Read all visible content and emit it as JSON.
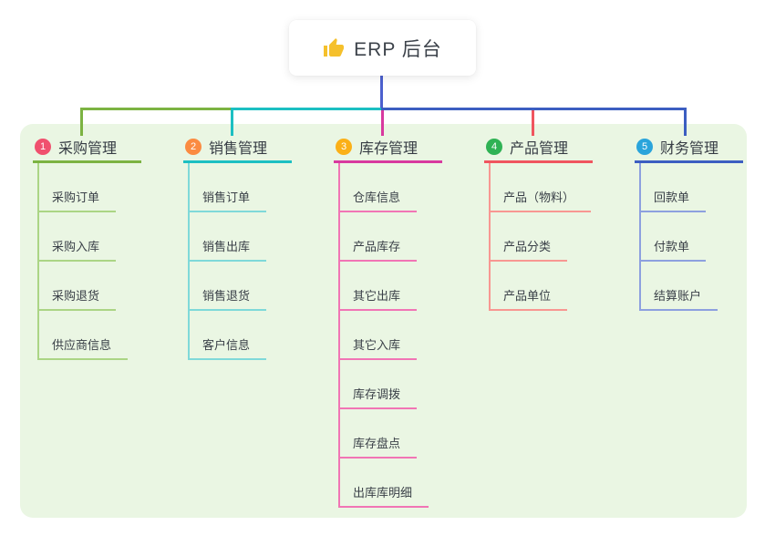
{
  "root": {
    "title": "ERP 后台",
    "icon": "thumbs-up-icon",
    "icon_color": "#F5C02C",
    "stem_color": "#4C60CE"
  },
  "branches": [
    {
      "index": "1",
      "label": "采购管理",
      "badge_color": "#F0506E",
      "line_color": "#7CB342",
      "child_line_color": "#ABD585",
      "children": [
        "采购订单",
        "采购入库",
        "采购退货",
        "供应商信息"
      ]
    },
    {
      "index": "2",
      "label": "销售管理",
      "badge_color": "#FB8B41",
      "line_color": "#1CBFC2",
      "child_line_color": "#7FD9D9",
      "children": [
        "销售订单",
        "销售出库",
        "销售退货",
        "客户信息"
      ]
    },
    {
      "index": "3",
      "label": "库存管理",
      "badge_color": "#FBB017",
      "line_color": "#D8399F",
      "child_line_color": "#F175B5",
      "children": [
        "仓库信息",
        "产品库存",
        "其它出库",
        "其它入库",
        "库存调拨",
        "库存盘点",
        "出库库明细"
      ]
    },
    {
      "index": "4",
      "label": "产品管理",
      "badge_color": "#2FB254",
      "line_color": "#F0555F",
      "child_line_color": "#F89792",
      "children": [
        "产品（物料）",
        "产品分类",
        "产品单位"
      ]
    },
    {
      "index": "5",
      "label": "财务管理",
      "badge_color": "#2AA4DB",
      "line_color": "#3C5EC1",
      "child_line_color": "#8DA0DF",
      "children": [
        "回款单",
        "付款单",
        "结算账户"
      ]
    }
  ],
  "panel_color": "#EAF6E3"
}
